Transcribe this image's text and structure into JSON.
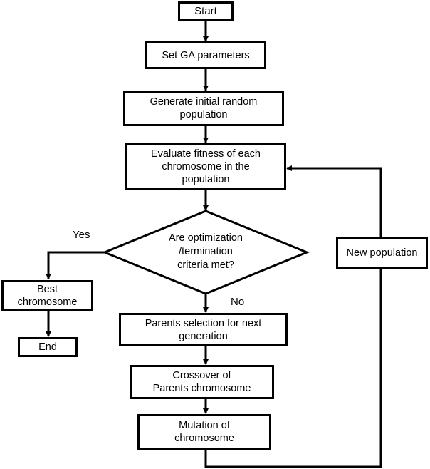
{
  "nodes": {
    "start": "Start",
    "set_params": "Set GA parameters",
    "generate_line1": "Generate initial random",
    "generate_line2": "population",
    "evaluate_line1": "Evaluate fitness of each",
    "evaluate_line2": "chromosome in the",
    "evaluate_line3": "population",
    "decision_line1": "Are optimization",
    "decision_line2": "/termination",
    "decision_line3": "criteria met?",
    "best_line1": "Best",
    "best_line2": "chromosome",
    "end": "End",
    "parents_line1": "Parents selection for next",
    "parents_line2": "generation",
    "crossover_line1": "Crossover of",
    "crossover_line2": "Parents chromosome",
    "mutation_line1": "Mutation of",
    "mutation_line2": "chromosome",
    "new_population": "New population"
  },
  "edges": {
    "yes": "Yes",
    "no": "No"
  }
}
